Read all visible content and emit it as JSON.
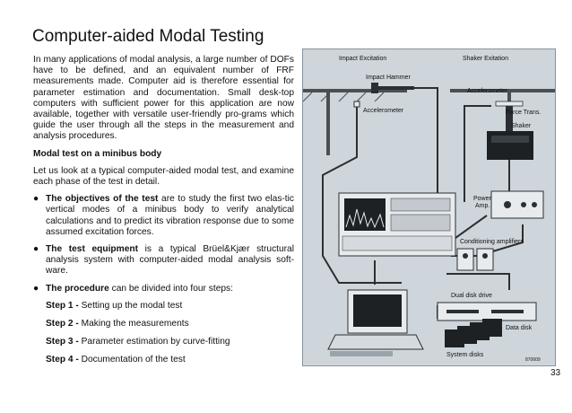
{
  "page": {
    "title": "Computer-aided Modal Testing",
    "page_number": "33"
  },
  "body": {
    "intro": "In many applications of modal analysis, a large number of DOFs have to be defined, and an equivalent number of FRF measurements made. Computer aid is therefore essential for parameter estimation and documentation. Small desk-top computers with sufficient power for this application are now available, together with versatile user-friendly pro-grams which guide the user through all the steps in the measurement and analysis procedures.",
    "subheading": "Modal test on a minibus body",
    "lead": "Let us look at a typical computer-aided modal test, and examine each phase of the test in detail.",
    "bullets": [
      {
        "bold": "The objectives of the test",
        "text": " are to study the first two elas-tic vertical modes of a minibus body to verify analytical calculations and to predict its vibration response due to some assumed excitation forces."
      },
      {
        "bold": "The test equipment",
        "text": " is a typical Brüel&Kjær structural analysis system with computer-aided modal analysis soft-ware."
      },
      {
        "bold": "The procedure",
        "text": " can be divided into four steps:"
      }
    ],
    "steps": [
      {
        "num": "Step 1 -",
        "text": " Setting up the modal test"
      },
      {
        "num": "Step 2 -",
        "text": " Making the measurements"
      },
      {
        "num": "Step 3 -",
        "text": " Parameter estimation by curve-fitting"
      },
      {
        "num": "Step 4 -",
        "text": " Documentation of the test"
      }
    ]
  },
  "figure": {
    "labels": {
      "impact_excitation": "Impact Excitation",
      "shaker_excitation": "Shaker Exitation",
      "impact_hammer": "Impact Hammer",
      "accelerometer_left": "Accelerometer",
      "accelerometer_right": "Accelerometer",
      "force_trans": "Force Trans.",
      "shaker": "Shaker",
      "power_amp_1": "Power",
      "power_amp_2": "Amp.",
      "conditioning_amplifiers": "Conditioning amplifiers",
      "dual_disk_drive": "Dual disk drive",
      "data_disk": "Data disk",
      "system_disks": "System disks",
      "code": "870609"
    },
    "colors": {
      "background": "#cfd6db",
      "cable": "#2b2f33",
      "equipment": "#e8ebed",
      "structure": "#4a4f54"
    }
  }
}
